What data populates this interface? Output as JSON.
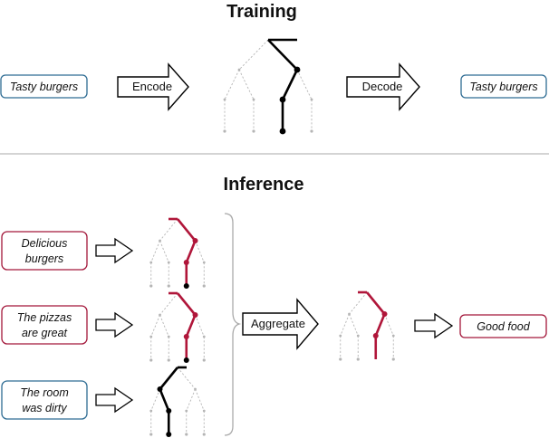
{
  "training": {
    "title": "Training",
    "input": "Tasty burgers",
    "encode": "Encode",
    "decode": "Decode",
    "output": "Tasty burgers"
  },
  "inference": {
    "title": "Inference",
    "inputs": [
      [
        "Delicious",
        "burgers"
      ],
      [
        "The pizzas",
        "are great"
      ],
      [
        "The room",
        "was dirty"
      ]
    ],
    "aggregate": "Aggregate",
    "output": "Good food"
  },
  "colors": {
    "blue_box": "#2e6c93",
    "red_box": "#a3173a",
    "red_path": "#b0163a",
    "black_path": "#000000",
    "gray_tree": "#b5b5b5",
    "divider": "#aaaaaa"
  }
}
